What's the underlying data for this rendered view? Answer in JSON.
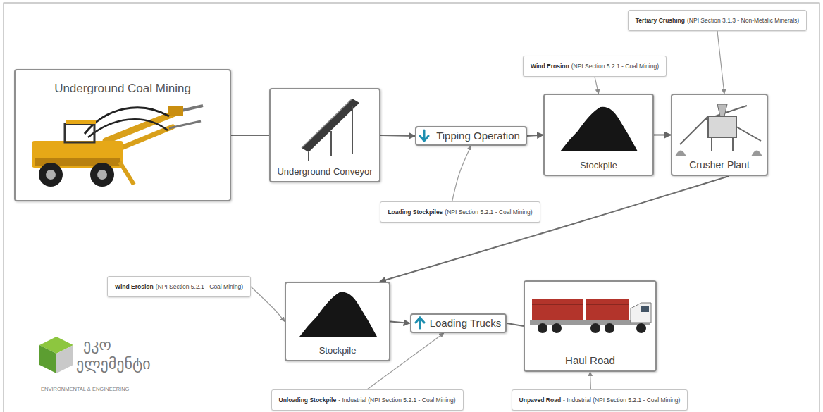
{
  "diagram": {
    "nodes": [
      {
        "text": [
          "Tertiary Crushing",
          "(NPI Section 3.1.3 - Non-Metalic Minerals)"
        ]
      },
      {
        "text": [
          "Wind Erosion",
          "(NPI Section 5.2.1 - Coal Mining)"
        ]
      },
      {
        "text": [
          "Underground Coal Mining"
        ]
      },
      {
        "text": [
          "Underground Conveyor"
        ]
      },
      {
        "text": [
          "Tipping Operation"
        ]
      },
      {
        "text": [
          "Stockpile"
        ]
      },
      {
        "text": [
          "Crusher Plant"
        ]
      },
      {
        "text": [
          "Loading Stockpiles",
          "(NPI Section 5.2.1 - Coal Mining)"
        ]
      },
      {
        "text": [
          "Wind Erosion",
          "(NPI Section 5.2.1 - Coal Mining)"
        ]
      },
      {
        "text": [
          "Stockpile"
        ]
      },
      {
        "text": [
          "Loading Trucks"
        ]
      },
      {
        "text": [
          "Haul Road"
        ]
      },
      {
        "text": [
          "Unloading Stockpile",
          "- Industrial (NPI Section 5.2.1 - Coal Mining)"
        ]
      },
      {
        "text": [
          "Unpaved Road",
          "- Industrial (NPI Section 5.2.1 - Coal Mining)"
        ]
      }
    ],
    "edges": [
      {
        "from": 2,
        "to": 3,
        "arrow": "none"
      },
      {
        "from": 3,
        "to": 4,
        "arrow": "to"
      },
      {
        "from": 4,
        "to": 5,
        "arrow": "to"
      },
      {
        "from": 5,
        "to": 6,
        "arrow": "to"
      },
      {
        "from": 6,
        "to": 9,
        "arrow": "to"
      },
      {
        "from": 9,
        "to": 10,
        "arrow": "to"
      },
      {
        "from": 10,
        "to": 11,
        "arrow": "none"
      },
      {
        "from": 0,
        "to": 6,
        "arrow": "to"
      },
      {
        "from": 1,
        "to": 5,
        "arrow": "to"
      },
      {
        "from": 7,
        "to": 4,
        "arrow": "to"
      },
      {
        "from": 8,
        "to": 9,
        "arrow": "to"
      },
      {
        "from": 12,
        "to": 10,
        "arrow": "to"
      },
      {
        "from": 13,
        "to": 11,
        "arrow": "to"
      }
    ],
    "labels": [
      "ეკო",
      "ელემენტი",
      "ENVIRONMENTAL & ENGINEERING"
    ]
  }
}
